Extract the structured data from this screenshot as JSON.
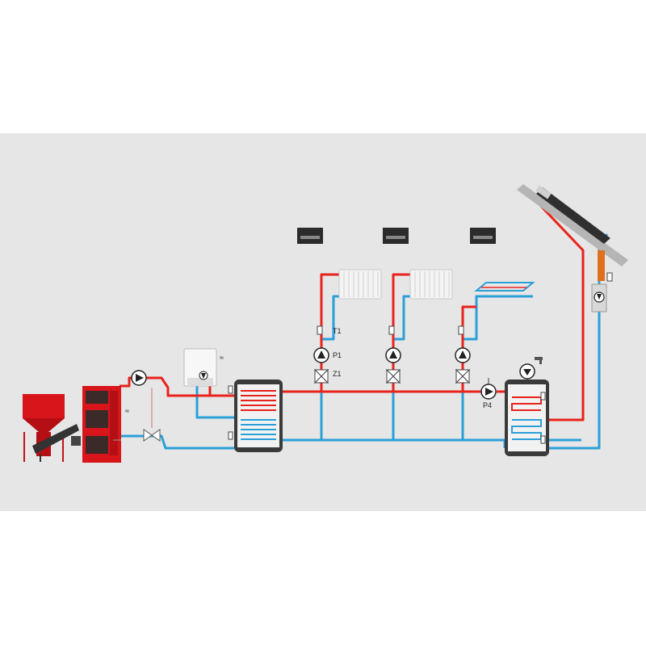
{
  "labels": {
    "t1": "T1",
    "p1": "P1",
    "z1": "Z1",
    "p4": "P4"
  },
  "colors": {
    "background": "#e6e6e6",
    "supply_pipe": "#e8231c",
    "return_pipe": "#2aa0d8",
    "boiler_red": "#d8151b",
    "tank_dark": "#3a3a3a",
    "radiator": "#f4f4f4",
    "controller": "#2b2b2b",
    "collector": "#2f2f2f",
    "heat_exchanger": "#e07020"
  },
  "components": [
    {
      "icon": "pellet-hopper-icon"
    },
    {
      "icon": "boiler-icon"
    },
    {
      "icon": "pump-icon"
    },
    {
      "icon": "mixing-valve-icon"
    },
    {
      "icon": "wall-boiler-icon"
    },
    {
      "icon": "buffer-tank-icon"
    },
    {
      "icon": "radiator-icon"
    },
    {
      "icon": "floor-heating-icon"
    },
    {
      "icon": "room-thermostat-icon"
    },
    {
      "icon": "hot-water-tank-icon"
    },
    {
      "icon": "solar-collector-icon"
    }
  ]
}
